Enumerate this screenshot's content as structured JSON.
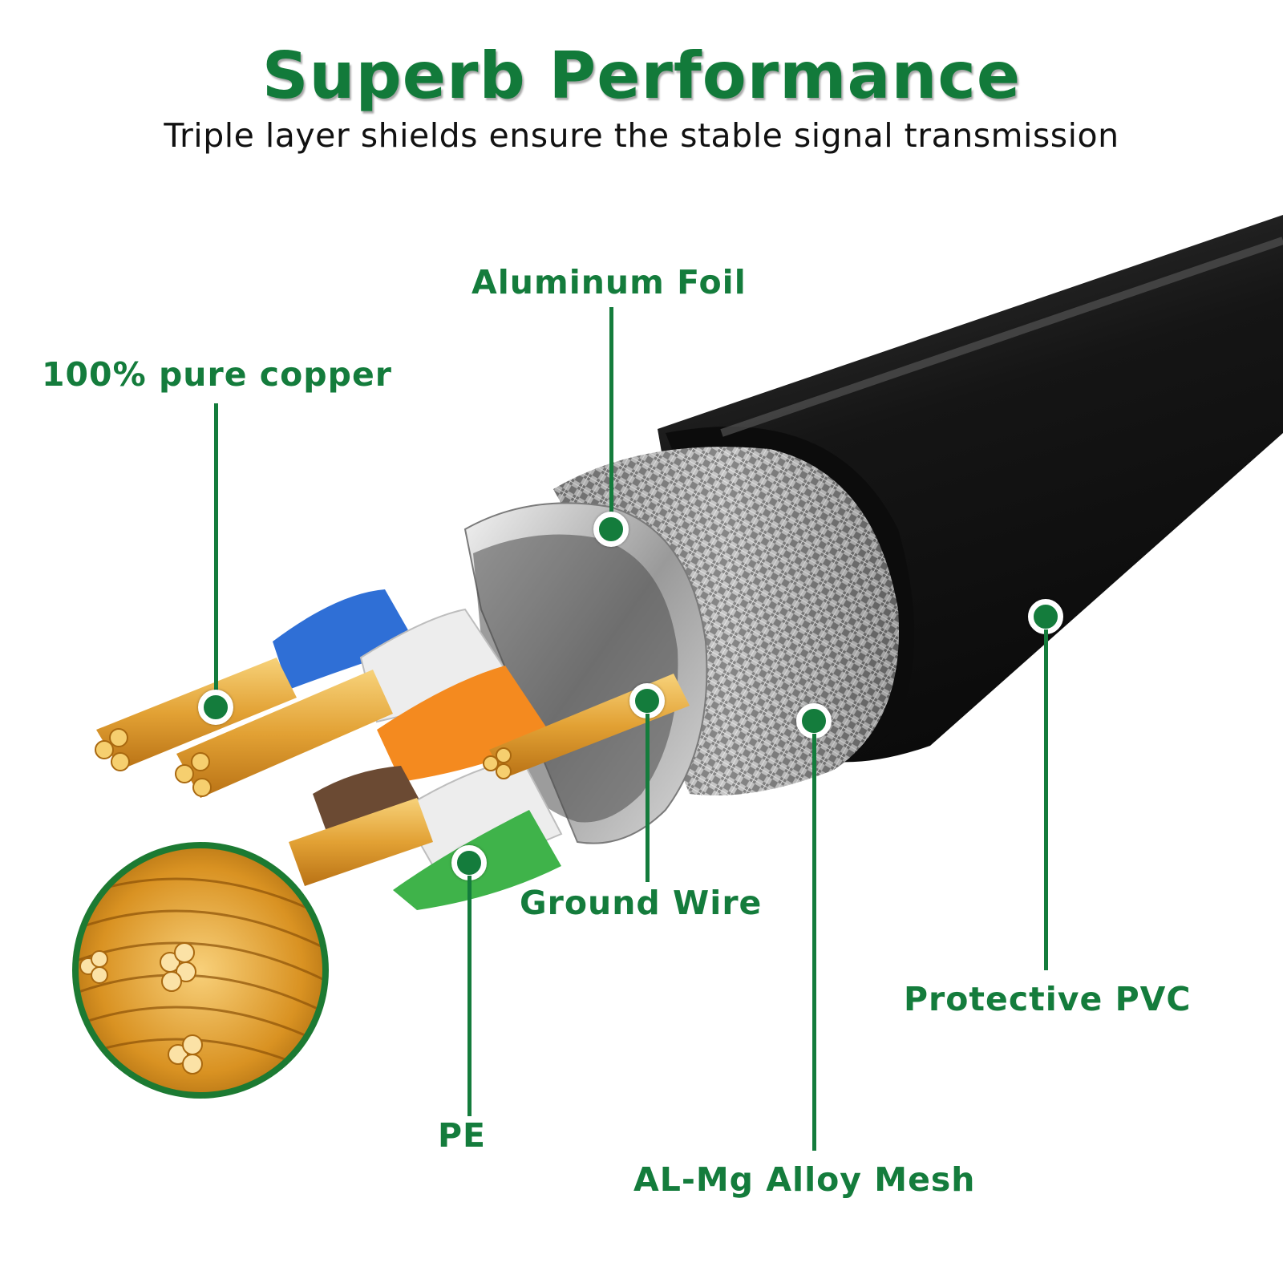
{
  "header": {
    "title": "Superb Performance",
    "subtitle": "Triple layer shields ensure the stable signal transmission"
  },
  "callouts": {
    "aluminum_foil": "Aluminum Foil",
    "pure_copper": "100% pure copper",
    "ground_wire": "Ground Wire",
    "protective_pvc": "Protective PVC",
    "pe": "PE",
    "mesh": "AL-Mg Alloy Mesh"
  },
  "colors": {
    "accent": "#147c3c",
    "jacket": "#1b1b1b",
    "copper": "#e8a53a",
    "pair_blue": "#2f6fd6",
    "pair_orange": "#f48a1f",
    "pair_brown": "#6b4a33",
    "pair_green": "#3fb34a"
  }
}
